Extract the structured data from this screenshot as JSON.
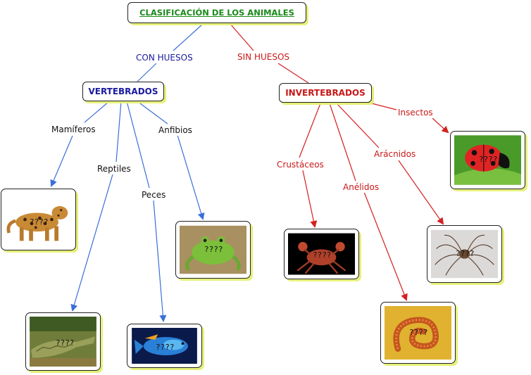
{
  "title": "CLASIFICACIÓN DE LOS ANIMALES",
  "groups": {
    "vertebrados": "VERTEBRADOS",
    "invertebrados": "INVERTEBRADOS"
  },
  "links": {
    "con_huesos": "CON HUESOS",
    "sin_huesos": "SIN HUESOS",
    "mamiferos": "Mamíferos",
    "reptiles": "Reptiles",
    "peces": "Peces",
    "anfibios": "Anfibios",
    "crustaceos": "Crustáceos",
    "anelidos": "Anélidos",
    "aracnidos": "Arácnidos",
    "insectos": "Insectos"
  },
  "placeholder": "????",
  "colors": {
    "vertebrate_link": "#3a6fd8",
    "invertebrate_link": "#d42020",
    "title_text": "#1a8a1a",
    "vertebrados_text": "#1a1aa0",
    "invertebrados_text": "#c81818",
    "card_shadow": "#e6f07a"
  },
  "images": [
    {
      "id": "mamifero",
      "icon": "ocelot-image"
    },
    {
      "id": "reptil",
      "icon": "crocodile-image"
    },
    {
      "id": "pez",
      "icon": "fish-image"
    },
    {
      "id": "anfibio",
      "icon": "frog-image"
    },
    {
      "id": "crustaceo",
      "icon": "crab-image"
    },
    {
      "id": "anelido",
      "icon": "worm-image"
    },
    {
      "id": "aracnido",
      "icon": "spider-image"
    },
    {
      "id": "insecto",
      "icon": "ladybug-image"
    }
  ]
}
